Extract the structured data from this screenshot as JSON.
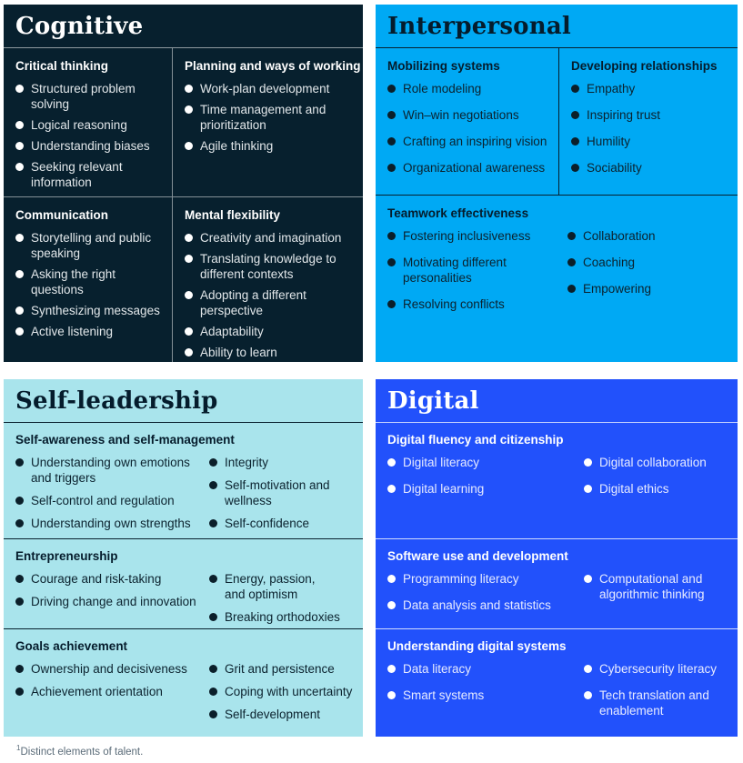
{
  "colors": {
    "cognitive_bg": "#07202e",
    "interpersonal_bg": "#00a9f4",
    "self_leadership_bg": "#a9e4ec",
    "digital_bg": "#2251fb"
  },
  "quadrants": {
    "cognitive": {
      "title": "Cognitive",
      "sections": {
        "critical_thinking": {
          "heading": "Critical thinking",
          "items": [
            "Structured problem\nsolving",
            "Logical reasoning",
            "Understanding biases",
            "Seeking relevant\ninformation"
          ]
        },
        "planning": {
          "heading": "Planning and ways of working",
          "items": [
            "Work-plan development",
            "Time management and\nprioritization",
            "Agile thinking"
          ]
        },
        "communication": {
          "heading": "Communication",
          "items": [
            "Storytelling and public\nspeaking",
            "Asking the right\nquestions",
            "Synthesizing messages",
            "Active listening"
          ]
        },
        "mental_flexibility": {
          "heading": "Mental flexibility",
          "items": [
            "Creativity and imagination",
            "Translating knowledge to\ndifferent contexts",
            "Adopting a different\nperspective",
            "Adaptability",
            "Ability to learn"
          ]
        }
      }
    },
    "interpersonal": {
      "title": "Interpersonal",
      "sections": {
        "mobilizing_systems": {
          "heading": "Mobilizing systems",
          "items": [
            "Role modeling",
            "Win–win negotiations",
            "Crafting an inspiring vision",
            "Organizational awareness"
          ]
        },
        "developing_relationships": {
          "heading": "Developing relationships",
          "items": [
            "Empathy",
            "Inspiring trust",
            "Humility",
            "Sociability"
          ]
        },
        "teamwork_effectiveness": {
          "heading": "Teamwork effectiveness",
          "items_left": [
            "Fostering inclusiveness",
            "Motivating different\npersonalities",
            "Resolving conflicts"
          ],
          "items_right": [
            "Collaboration",
            "Coaching",
            "Empowering"
          ]
        }
      }
    },
    "self_leadership": {
      "title": "Self-leadership",
      "sections": {
        "self_awareness": {
          "heading": "Self-awareness and self-management",
          "items_left": [
            "Understanding own emotions\nand triggers",
            "Self-control and regulation",
            "Understanding own strengths"
          ],
          "items_right": [
            "Integrity",
            "Self-motivation and\nwellness",
            "Self-confidence"
          ]
        },
        "entrepreneurship": {
          "heading": "Entrepreneurship",
          "items_left": [
            "Courage and risk-taking",
            "Driving change and innovation"
          ],
          "items_right": [
            "Energy, passion,\nand optimism",
            "Breaking orthodoxies"
          ]
        },
        "goals_achievement": {
          "heading": "Goals achievement",
          "items_left": [
            "Ownership and decisiveness",
            "Achievement orientation"
          ],
          "items_right": [
            "Grit and persistence",
            "Coping with uncertainty",
            "Self-development"
          ]
        }
      }
    },
    "digital": {
      "title": "Digital",
      "sections": {
        "fluency": {
          "heading": "Digital fluency and citizenship",
          "items_left": [
            "Digital literacy",
            "Digital learning"
          ],
          "items_right": [
            "Digital collaboration",
            "Digital ethics"
          ]
        },
        "software": {
          "heading": "Software use and development",
          "items_left": [
            "Programming literacy",
            "Data analysis and statistics"
          ],
          "items_right": [
            "Computational and\nalgorithmic thinking"
          ]
        },
        "systems": {
          "heading": "Understanding digital systems",
          "items_left": [
            "Data literacy",
            "Smart systems"
          ],
          "items_right": [
            "Cybersecurity literacy",
            "Tech translation and\nenablement"
          ]
        }
      }
    }
  },
  "footnote": {
    "sup": "1",
    "text": "Distinct elements of talent."
  }
}
